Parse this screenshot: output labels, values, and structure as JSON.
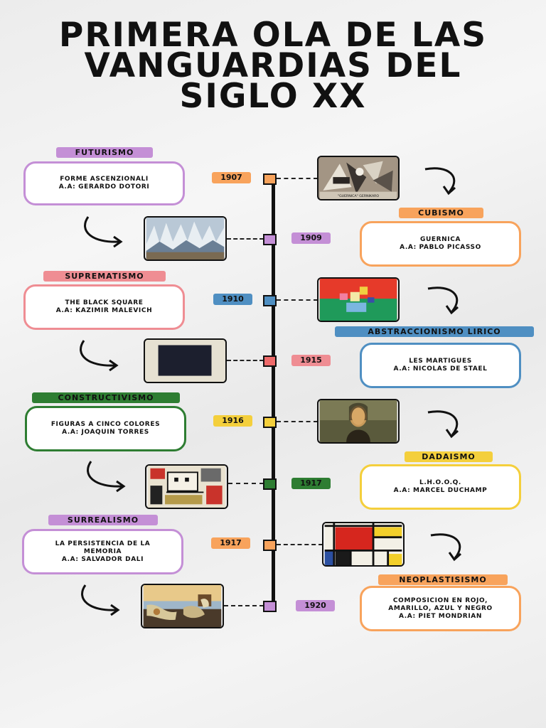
{
  "title": {
    "line1": "PRIMERA OLA DE LAS",
    "line2": "VANGUARDIAS DEL",
    "line3": "SIGLO XX"
  },
  "colors": {
    "purple": "#c48fd6",
    "orange": "#f8a35c",
    "pink": "#ef8d93",
    "blue": "#4f8fc2",
    "green": "#2e7d32",
    "yellow": "#f4cf3c",
    "axis": "#111111"
  },
  "events": [
    {
      "movement": "FUTURISMO",
      "year": "1907",
      "work": "FORME ASCENZIONALI",
      "author": "A.A: GERARDO DOTORI"
    },
    {
      "movement": "CUBISMO",
      "year": "1909",
      "work": "GUERNICA",
      "author": "A.A: PABLO PICASSO"
    },
    {
      "movement": "SUPREMATISMO",
      "year": "1910",
      "work": "THE BLACK SQUARE",
      "author": "A.A: KAZIMIR MALEVICH"
    },
    {
      "movement": "ABSTRACCIONISMO LIRICO",
      "year": "1915",
      "work": "LES MARTIGUES",
      "author": "A.A: NICOLAS DE STAEL"
    },
    {
      "movement": "CONSTRUCTIVISMO",
      "year": "1916",
      "work": "FIGURAS A CINCO COLORES",
      "author": "A.A: JOAQUIN TORRES"
    },
    {
      "movement": "DADAISMO",
      "year": "1917",
      "work": "L.H.O.O.Q.",
      "author": "A.A: MARCEL DUCHAMP"
    },
    {
      "movement": "SURREALISMO",
      "year": "1917",
      "work": "LA PERSISTENCIA DE LA MEMORIA",
      "author": "A.A: SALVADOR DALI"
    },
    {
      "movement": "NEOPLASTISISMO",
      "year": "1920",
      "work": "COMPOSICION EN ROJO, AMARILLO, AZUL Y NEGRO",
      "author": "A.A: PIET MONDRIAN"
    }
  ],
  "images": {
    "guernica_caption": "\"GUERNICA\"  GERNIKARO"
  }
}
